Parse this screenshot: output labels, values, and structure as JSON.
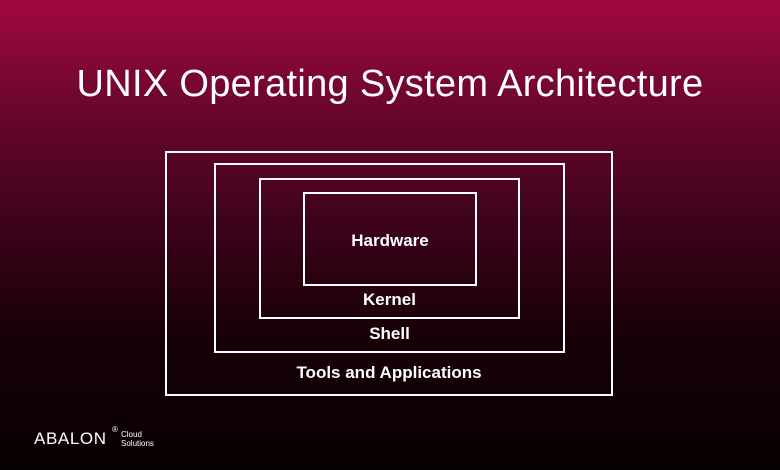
{
  "title": "UNIX Operating System Architecture",
  "layers": {
    "tools": "Tools and Applications",
    "shell": "Shell",
    "kernel": "Kernel",
    "hardware": "Hardware"
  },
  "logo": {
    "name": "ABALON",
    "mark": "®",
    "line1": "Cloud",
    "line2": "Solutions"
  },
  "colors": {
    "background_top": "#a1083f",
    "background_bottom": "#070003",
    "foreground": "#ffffff"
  }
}
